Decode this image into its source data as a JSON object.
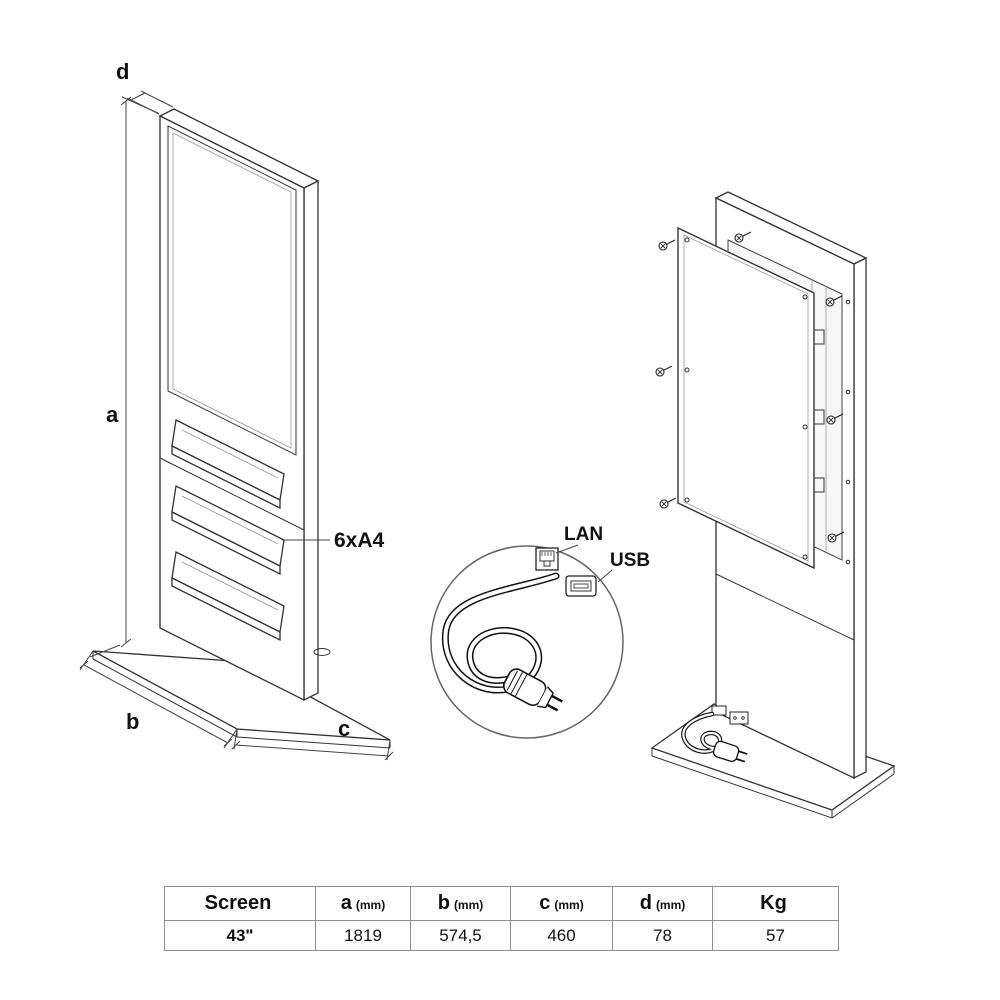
{
  "diagram": {
    "dims": {
      "a": "a",
      "b": "b",
      "c": "c",
      "d": "d"
    },
    "brochure_label": "6xA4",
    "detail": {
      "lan": "LAN",
      "usb": "USB"
    }
  },
  "table": {
    "headers": [
      {
        "label": "Screen",
        "unit": ""
      },
      {
        "label": "a",
        "unit": "(mm)"
      },
      {
        "label": "b",
        "unit": "(mm)"
      },
      {
        "label": "c",
        "unit": "(mm)"
      },
      {
        "label": "d",
        "unit": "(mm)"
      },
      {
        "label": "Kg",
        "unit": ""
      }
    ],
    "row": [
      "43\"",
      "1819",
      "574,5",
      "460",
      "78",
      "57"
    ]
  }
}
